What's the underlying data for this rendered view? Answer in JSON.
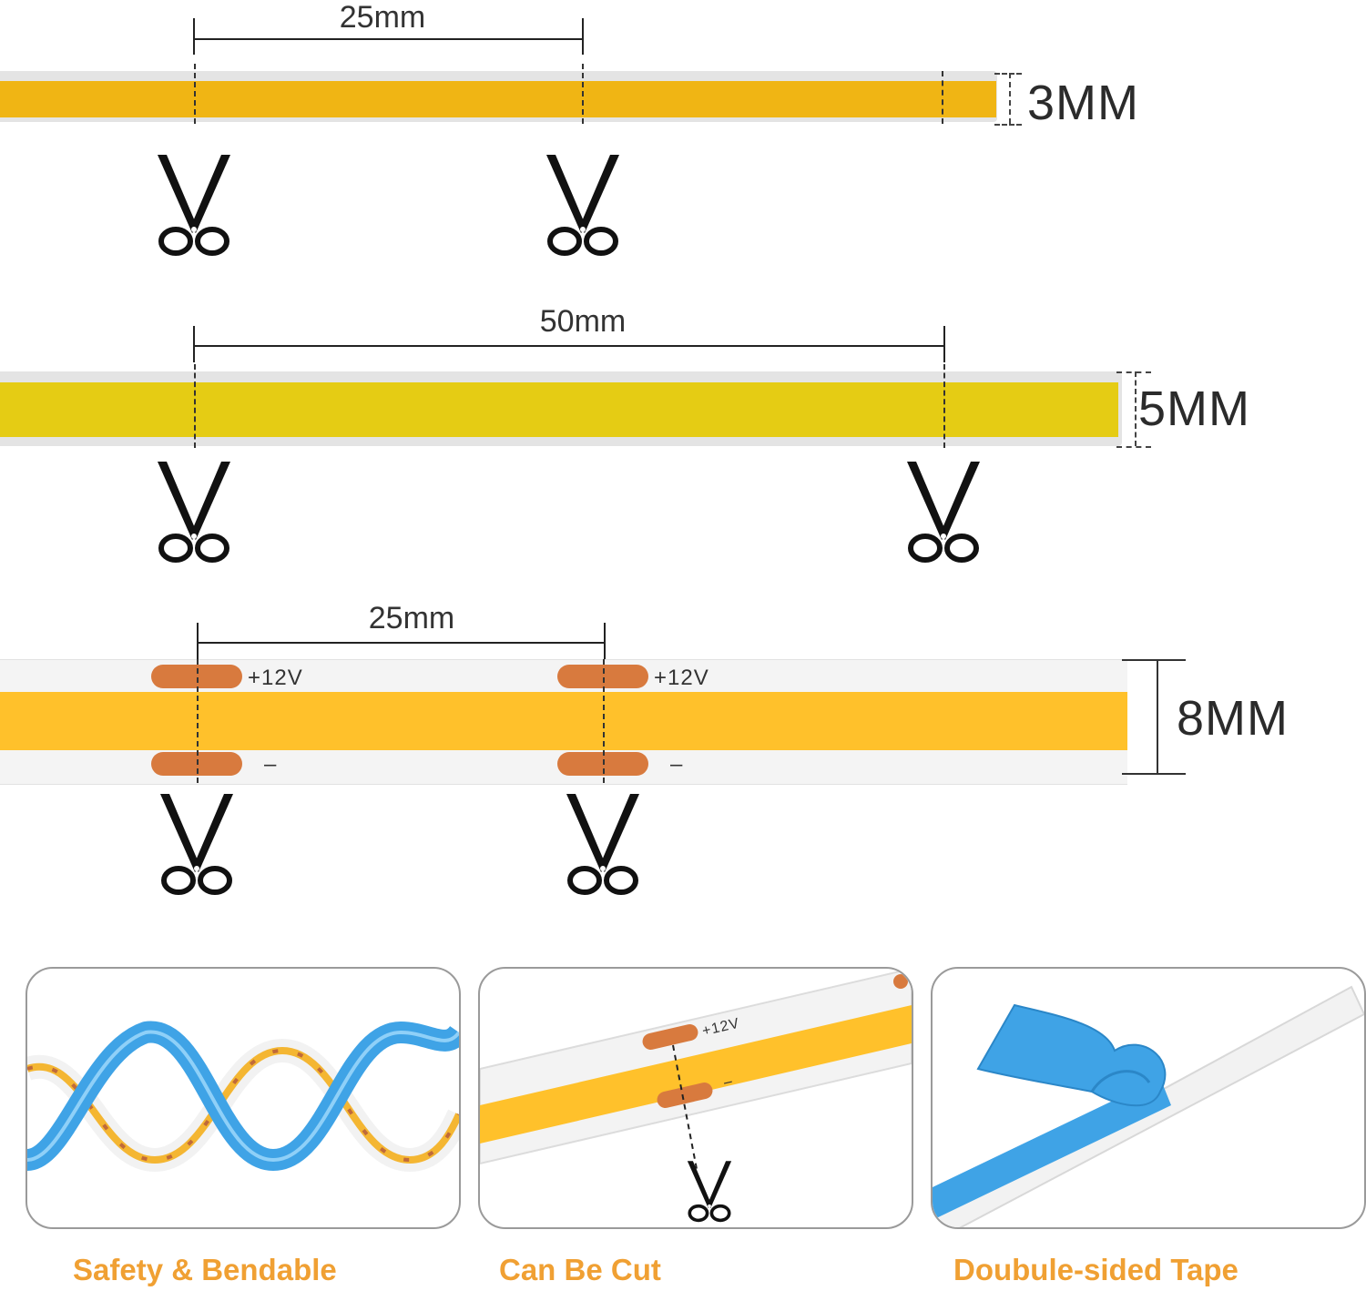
{
  "strips": [
    {
      "width_label": "3MM",
      "spacing_label": "25mm",
      "led_color": "#F0B514"
    },
    {
      "width_label": "5MM",
      "spacing_label": "50mm",
      "led_color": "#E5CC14"
    },
    {
      "width_label": "8MM",
      "spacing_label": "25mm",
      "led_color": "#FFC12B",
      "positive_label": "+12V",
      "negative_label": "–"
    }
  ],
  "icons": {
    "cut_marker": "scissors-icon"
  },
  "colors": {
    "pad": "#D87A3E",
    "caption": "#F0A033",
    "tape_blue": "#3FA3E6"
  },
  "features": [
    {
      "caption": "Safety & Bendable"
    },
    {
      "caption": "Can Be Cut",
      "positive_label": "+12V",
      "negative_label": "–"
    },
    {
      "caption": "Doubule-sided Tape"
    }
  ]
}
